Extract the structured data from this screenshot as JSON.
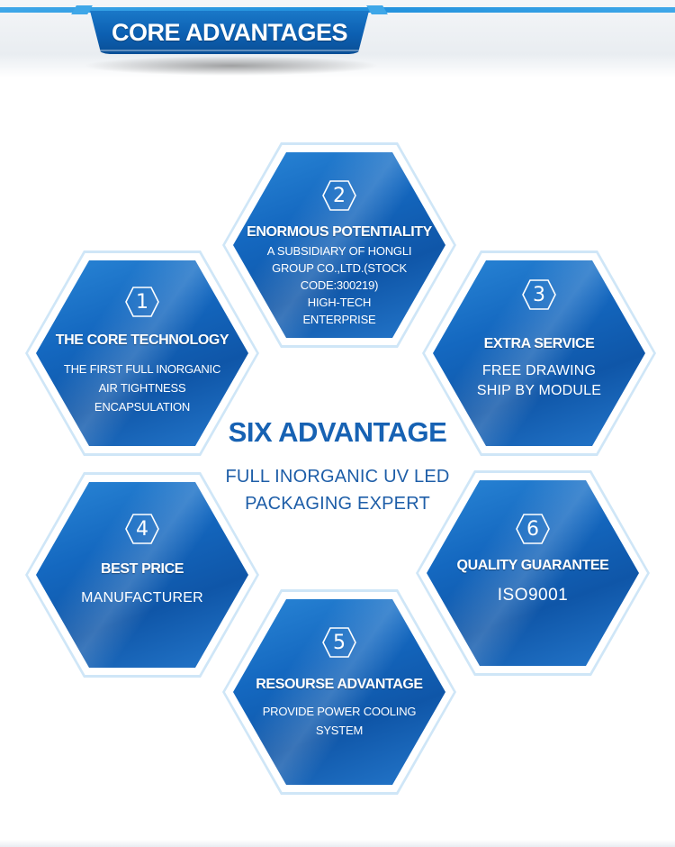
{
  "header": {
    "title": "CORE ADVANTAGES"
  },
  "center": {
    "title": "SIX ADVANTAGE",
    "subtitle_line1": "FULL INORGANIC UV LED",
    "subtitle_line2": "PACKAGING EXPERT"
  },
  "advantages": [
    {
      "number": "1",
      "title": "THE CORE TECHNOLOGY",
      "lines": [
        "THE FIRST FULL INORGANIC",
        "AIR TIGHTNESS",
        "ENCAPSULATION"
      ]
    },
    {
      "number": "2",
      "title": "ENORMOUS POTENTIALITY",
      "lines": [
        "A SUBSIDIARY OF HONGLI",
        "GROUP CO.,LTD.(STOCK",
        "CODE:300219)",
        "HIGH-TECH",
        "ENTERPRISE"
      ]
    },
    {
      "number": "3",
      "title": "EXTRA SERVICE",
      "lines": [
        "FREE DRAWING",
        "SHIP BY MODULE"
      ]
    },
    {
      "number": "4",
      "title": "BEST PRICE",
      "lines": [
        "MANUFACTURER"
      ]
    },
    {
      "number": "5",
      "title": "RESOURSE ADVANTAGE",
      "lines": [
        "PROVIDE POWER COOLING",
        "SYSTEM"
      ]
    },
    {
      "number": "6",
      "title": "QUALITY GUARANTEE",
      "lines": [
        "ISO9001"
      ]
    }
  ],
  "colors": {
    "banner": "#0c5fb1",
    "accent_line": "#3ea7e8",
    "hex_fill": "#1468c0",
    "center_text": "#1762b3"
  }
}
